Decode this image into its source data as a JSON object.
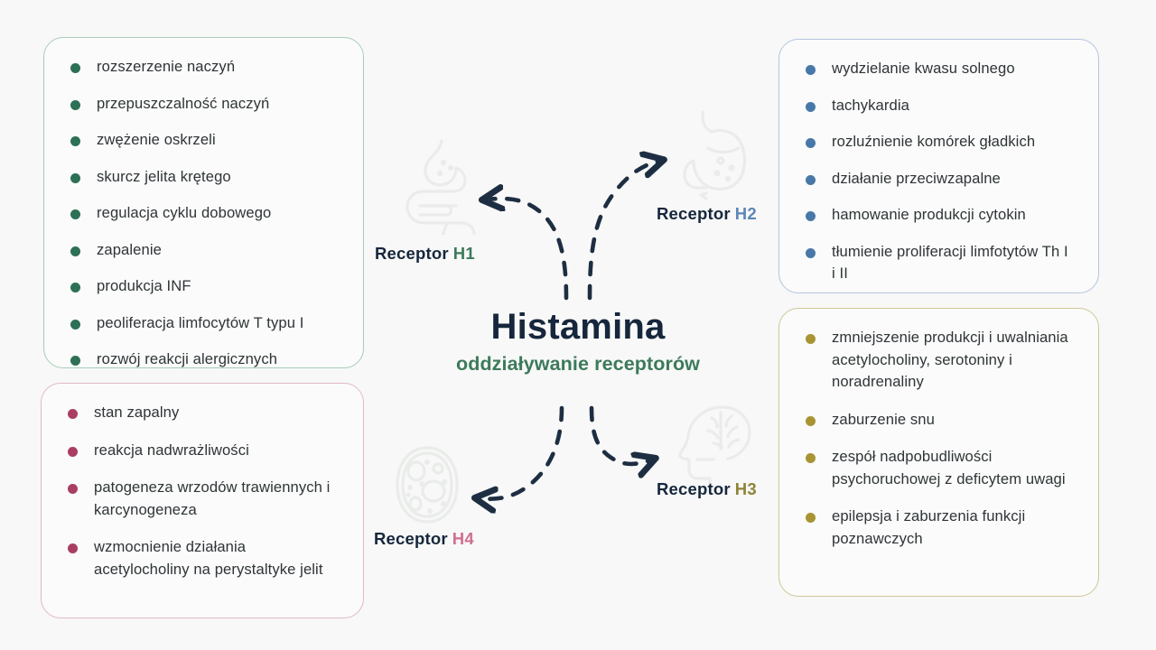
{
  "center": {
    "title": "Histamina",
    "subtitle": "oddziaływanie receptorów",
    "title_color": "#16263c",
    "subtitle_color": "#3d7a5a"
  },
  "background_color": "#f7f8f7",
  "receptors": [
    {
      "id": "h1",
      "label": "Receptor",
      "code": "H1",
      "accent": "#3d7a5a",
      "border": "#a8cdb8",
      "dot": "#2d7055",
      "icon": "intestines-icon",
      "items": [
        "rozszerzenie naczyń",
        "przepuszczalność naczyń",
        "zwężenie oskrzeli",
        "skurcz jelita krętego",
        "regulacja cyklu dobowego",
        "zapalenie",
        "produkcja INF",
        "peoliferacja limfocytów T typu I",
        "rozwój reakcji alergicznych"
      ]
    },
    {
      "id": "h2",
      "label": "Receptor",
      "code": "H2",
      "accent": "#5d86b8",
      "border": "#b6c4de",
      "dot": "#4878a8",
      "icon": "stomach-icon",
      "items": [
        "wydzielanie kwasu solnego",
        "tachykardia",
        "rozluźnienie komórek gładkich",
        "działanie przeciwzapalne",
        "hamowanie produkcji cytokin",
        "tłumienie proliferacji limfotytów Th I i II"
      ]
    },
    {
      "id": "h3",
      "label": "Receptor",
      "code": "H3",
      "accent": "#8e8436",
      "border": "#cfc79a",
      "dot": "#a99434",
      "icon": "head-brain-icon",
      "items": [
        "zmniejszenie produkcji i uwalniania acetylocholiny, serotoniny i noradrenaliny",
        "zaburzenie snu",
        "zespół nadpobudliwości psychoruchowej z deficytem uwagi",
        "epilepsja i zaburzenia funkcji poznawczych"
      ]
    },
    {
      "id": "h4",
      "label": "Receptor",
      "code": "H4",
      "accent": "#cf6f8e",
      "border": "#e2b9c6",
      "dot": "#a93e61",
      "icon": "cell-icon",
      "items": [
        "stan zapalny",
        "reakcja nadwrażliwości",
        "patogeneza wrzodów trawiennych i karcynogeneza",
        "wzmocnienie działania acetylocholiny na perystaltyke jelit"
      ]
    }
  ],
  "arrows": {
    "color": "#1e2e42",
    "style": "dashed",
    "count": 4,
    "directions": [
      "up-left",
      "up-right",
      "down-right",
      "down-left"
    ]
  }
}
